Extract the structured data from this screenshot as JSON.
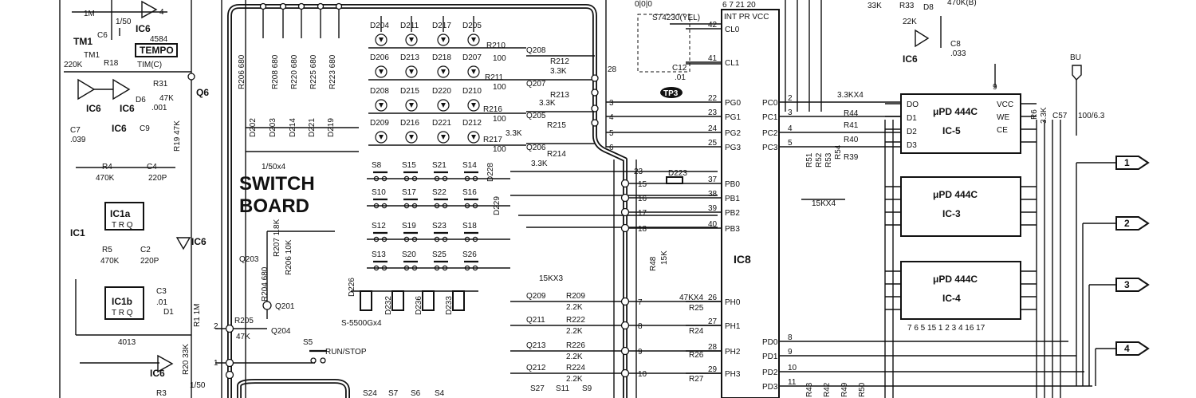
{
  "title": {
    "line1": "SWITCH",
    "line2": "BOARD"
  },
  "chips": {
    "ic6_labels": [
      "IC6",
      "IC6",
      "IC6",
      "IC6",
      "IC6",
      "IC6",
      "IC6"
    ],
    "ic8": "IC8",
    "ic1": "IC1",
    "ic1a": "IC1a",
    "ic1b": "IC1b",
    "part_4584": "4584",
    "part_4013": "4013",
    "tm1": "TM1",
    "tempo": "TEMPO",
    "mem": [
      {
        "part": "μPD 444C",
        "name": "IC-5"
      },
      {
        "part": "μPD 444C",
        "name": "IC-3"
      },
      {
        "part": "μPD 444C",
        "name": "IC-4"
      }
    ],
    "mem_pins_top": [
      "DO",
      "D1",
      "D2",
      "D3"
    ],
    "mem_ctrl": [
      "VCC",
      "WE",
      "CE"
    ],
    "mem_bottom_pins": "7 6 5 15 1 2 3 4 16 17",
    "xtal": "S74230(YEL)",
    "tp3": "TP3"
  },
  "ic8_pins": [
    {
      "num": "42",
      "name": "CL0"
    },
    {
      "num": "41",
      "name": "CL1"
    },
    {
      "num": "22",
      "name": "PG0"
    },
    {
      "num": "23",
      "name": "PG1"
    },
    {
      "num": "24",
      "name": "PG2"
    },
    {
      "num": "25",
      "name": "PG3"
    },
    {
      "num": "37",
      "name": "PB0"
    },
    {
      "num": "38",
      "name": "PB1"
    },
    {
      "num": "39",
      "name": "PB2"
    },
    {
      "num": "40",
      "name": "PB3"
    },
    {
      "num": "26",
      "name": "PH0"
    },
    {
      "num": "27",
      "name": "PH1"
    },
    {
      "num": "28",
      "name": "PH2"
    },
    {
      "num": "29",
      "name": "PH3"
    }
  ],
  "ic8_top": "INT PR VCC",
  "ic8_top_pins": "6  7  21 20",
  "pc_labels": [
    "PC0",
    "PC1",
    "PC2",
    "PC3"
  ],
  "pd_labels": [
    "PD0",
    "PD1",
    "PD2",
    "PD3"
  ],
  "pd_pins": [
    "8",
    "9",
    "10",
    "11"
  ],
  "outputs": [
    "1",
    "2",
    "3",
    "4"
  ],
  "leds": [
    "D204",
    "D211",
    "D217",
    "D205",
    "D206",
    "D213",
    "D218",
    "D207",
    "D208",
    "D215",
    "D220",
    "D210",
    "D209",
    "D216",
    "D221",
    "D212"
  ],
  "col_leds": [
    "D202",
    "D203",
    "D214",
    "D221",
    "D219"
  ],
  "switches": [
    "S8",
    "S15",
    "S21",
    "S14",
    "S10",
    "S17",
    "S22",
    "S16",
    "S12",
    "S19",
    "S23",
    "S18",
    "S13",
    "S20",
    "S25",
    "S26"
  ],
  "bottom_sw": [
    "S24",
    "S7",
    "S6",
    "S4",
    "S27",
    "S11",
    "S9"
  ],
  "transistors": [
    "Q208",
    "Q207",
    "Q205",
    "Q206",
    "Q209",
    "Q211",
    "Q213",
    "Q212",
    "Q203",
    "Q204",
    "Q201",
    "Q6"
  ],
  "resistors_g": [
    {
      "name": "R210",
      "val": "100"
    },
    {
      "name": "R212",
      "val": "3.3K"
    },
    {
      "name": "R211",
      "val": "100"
    },
    {
      "name": "R213",
      "val": "3.3K"
    },
    {
      "name": "R216",
      "val": "100"
    },
    {
      "name": "R215",
      "val": "3.3K"
    },
    {
      "name": "R217",
      "val": "100"
    },
    {
      "name": "R214",
      "val": "3.3K"
    }
  ],
  "resistors_h": [
    {
      "name": "R209",
      "val": "2.2K"
    },
    {
      "name": "R222",
      "val": "2.2K"
    },
    {
      "name": "R226",
      "val": "2.2K"
    },
    {
      "name": "R224",
      "val": "2.2K"
    }
  ],
  "res_ph": [
    "R25",
    "R24",
    "R26",
    "R27"
  ],
  "misc": {
    "r47kx4": "47KX4",
    "r15kx3": "15KX3",
    "r15kx4": "15KX4",
    "r33kx4": "3.3KX4",
    "r48": "R48",
    "r48v": "15K",
    "d223": "D223",
    "s5": "S5",
    "runstop": "RUN/STOP",
    "diodes": "S-5500Gx4",
    "cap150x4": "1/50x4",
    "r205": "R205",
    "r205v": "47K",
    "r204": "R204 680",
    "r207": "R207 1.8K",
    "r206": "R206 10K",
    "r4": "R4",
    "r4v": "470K",
    "c4": "C4",
    "c4v": "220P",
    "r5": "R5",
    "r5v": "470K",
    "c2": "C2",
    "c2v": "220P",
    "c3": "C3",
    "c3v": ".01",
    "d1": "D1",
    "r1": "R1 1M",
    "r20": "R20 33K",
    "r19": "R19 47K",
    "c7": "C7",
    "c7v": ".039",
    "c9": "C9",
    "c6": "C6",
    "cap_1_50": "1/50",
    "r1m": "1M",
    "r18": "R18",
    "tm1v": "TM1",
    "r220k": "220K",
    "r47k": "47K",
    "r31": "R31",
    "c001": ".001",
    "d6": "D6",
    "tim": "TIM(C)",
    "r3": "R3",
    "c1_150": "1/50",
    "c12": "C12",
    "c12v": ".01",
    "r33": "R33",
    "r33v": "22K",
    "r33top": "33K",
    "d8": "D8",
    "r470": "470K(B)",
    "c8": "C8",
    "c8v": ".033",
    "bu": "BU",
    "r6": "R6",
    "r6v": "3.3K",
    "c57": "C57",
    "c57v": "100/6.3",
    "r44": "R44",
    "r41": "R41",
    "r40": "R40",
    "r39": "R39",
    "r51": "R51",
    "r52": "R52",
    "r53": "R53",
    "r54": "R54",
    "node2": "2",
    "node1": "1",
    "node28": "28",
    "node23": "23",
    "node9": "9",
    "d228": "D228",
    "d229": "D229",
    "d226": "D226",
    "d232": "D232",
    "d236": "D236",
    "d233": "D233",
    "r43": "R43",
    "r42": "R42",
    "r49": "R49",
    "r50": "R50"
  }
}
